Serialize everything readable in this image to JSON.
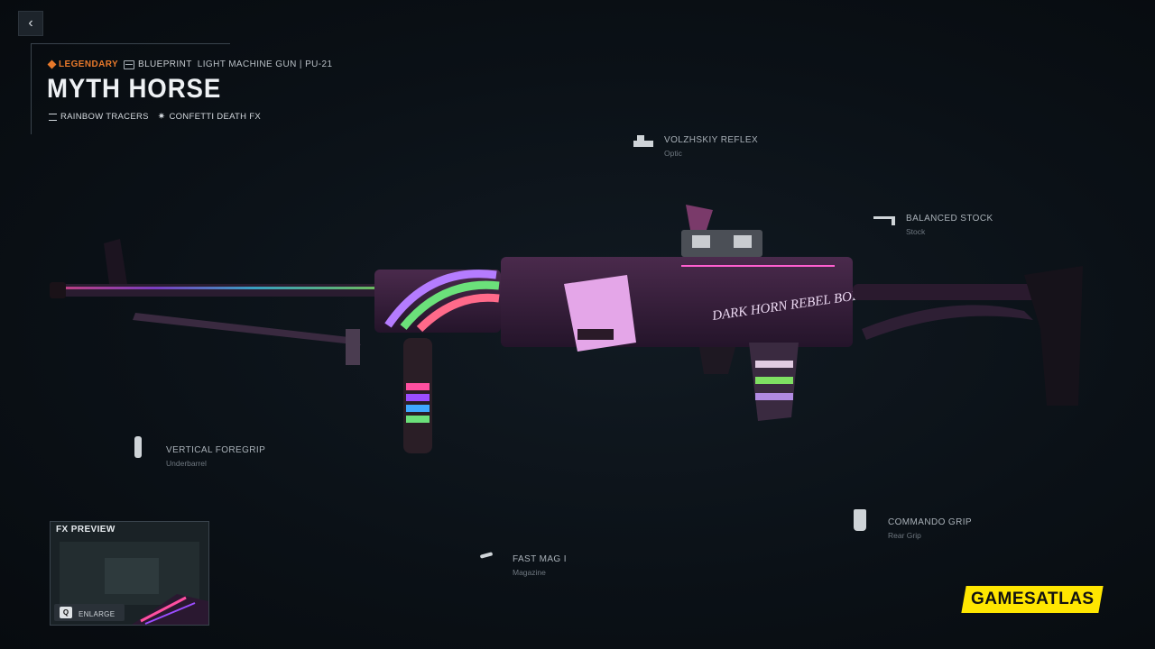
{
  "nav": {
    "back_icon": "chevron-left-icon",
    "back_glyph": "‹"
  },
  "header": {
    "rarity": "LEGENDARY",
    "rarity_color": "#e8792b",
    "blueprint_label": "BLUEPRINT",
    "weapon_class": "LIGHT MACHINE GUN | PU-21",
    "title": "MYTH HORSE",
    "perks": [
      {
        "icon": "tracer-icon",
        "label": "RAINBOW TRACERS"
      },
      {
        "icon": "burst-icon",
        "label": "CONFETTI DEATH FX"
      }
    ]
  },
  "attachments": [
    {
      "id": "optic",
      "name": "VOLZHSKIY REFLEX",
      "type": "Optic",
      "icon": "reflex-sight-icon"
    },
    {
      "id": "stock",
      "name": "BALANCED STOCK",
      "type": "Stock",
      "icon": "stock-icon"
    },
    {
      "id": "underbarrel",
      "name": "VERTICAL FOREGRIP",
      "type": "Underbarrel",
      "icon": "foregrip-icon"
    },
    {
      "id": "rear-grip",
      "name": "COMMANDO GRIP",
      "type": "Rear Grip",
      "icon": "rear-grip-icon"
    },
    {
      "id": "magazine",
      "name": "FAST MAG I",
      "type": "Magazine",
      "icon": "magazine-icon"
    }
  ],
  "gun_decal": "DARK HORN REBEL BORN",
  "fx_preview": {
    "title": "FX PREVIEW",
    "key": "Q",
    "action": "ENLARGE"
  },
  "watermark": "GAMESATLAS"
}
